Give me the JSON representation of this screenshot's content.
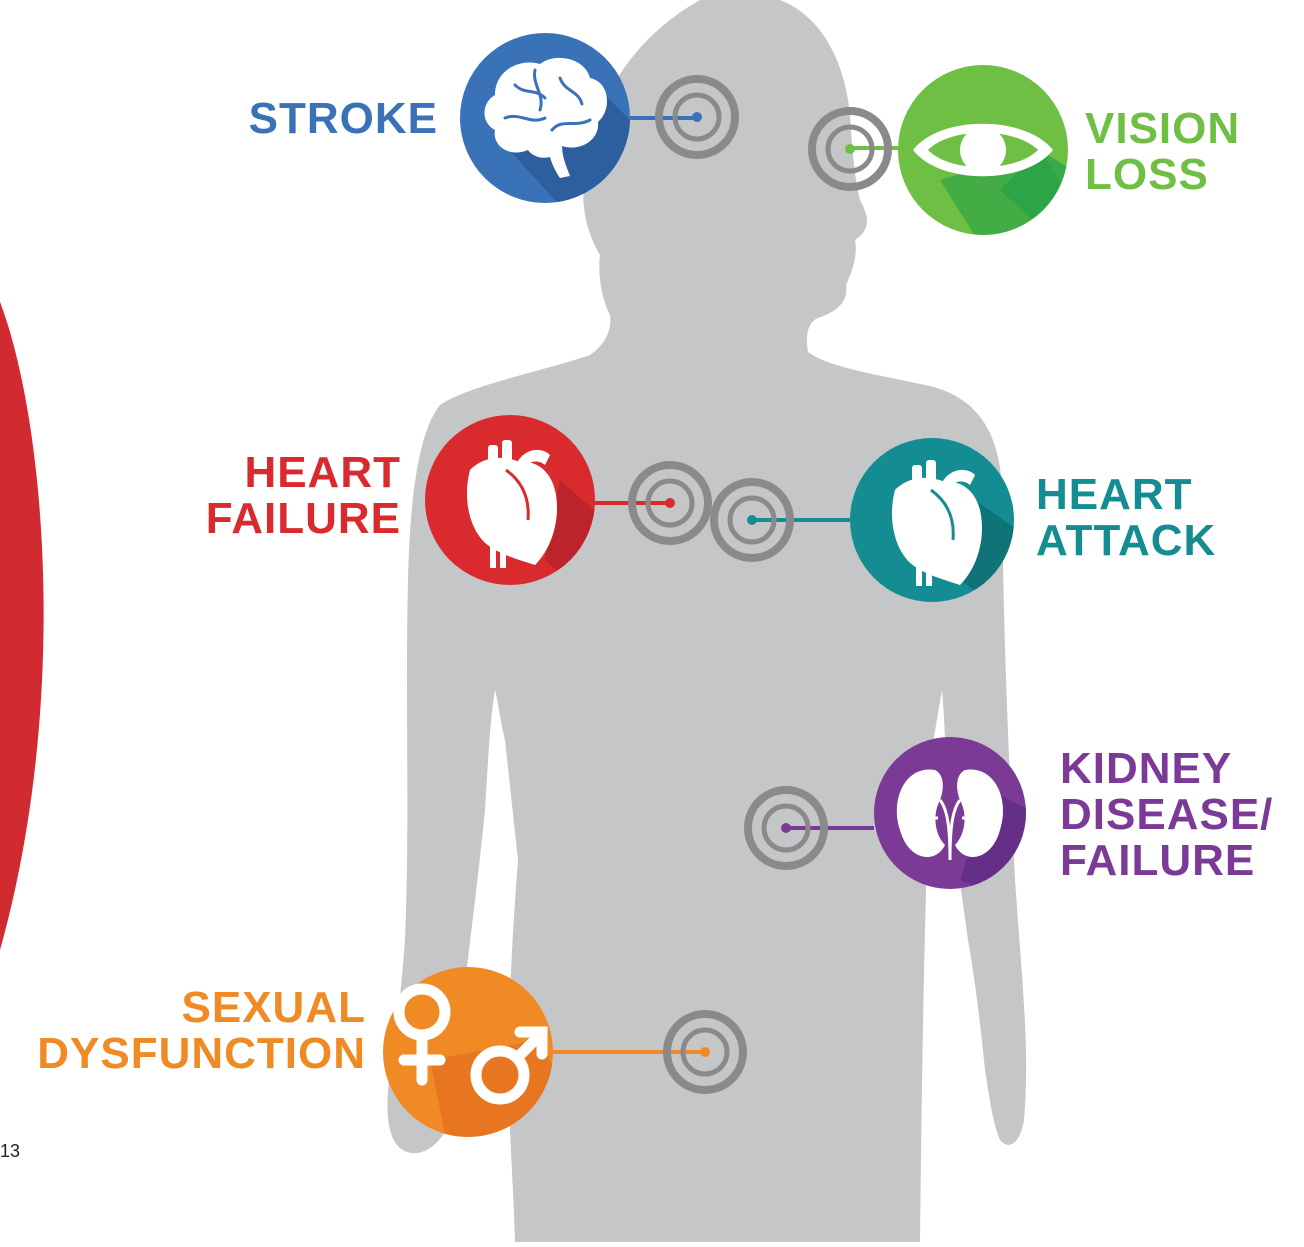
{
  "colors": {
    "body": "#c5c6c8",
    "red_arc": "#d12a31",
    "stroke": "#3a72b8",
    "vision": "#6fbf45",
    "heart_failure": "#d92a2e",
    "heart_attack": "#138c92",
    "kidney": "#7c3a97",
    "sexual": "#f08a24",
    "target_ring": "#8a8a8c"
  },
  "conditions": [
    {
      "id": "stroke",
      "lines": [
        "STROKE"
      ],
      "icon": "brain-icon"
    },
    {
      "id": "vision",
      "lines": [
        "VISION",
        "LOSS"
      ],
      "icon": "eye-icon"
    },
    {
      "id": "heart_failure",
      "lines": [
        "HEART",
        "FAILURE"
      ],
      "icon": "heart-icon"
    },
    {
      "id": "heart_attack",
      "lines": [
        "HEART",
        "ATTACK"
      ],
      "icon": "heart-icon"
    },
    {
      "id": "kidney",
      "lines": [
        "KIDNEY",
        "DISEASE/",
        "FAILURE"
      ],
      "icon": "kidneys-icon"
    },
    {
      "id": "sexual",
      "lines": [
        "SEXUAL",
        "DYSFUNCTION"
      ],
      "icon": "gender-symbols-icon"
    }
  ],
  "page_number": "13"
}
